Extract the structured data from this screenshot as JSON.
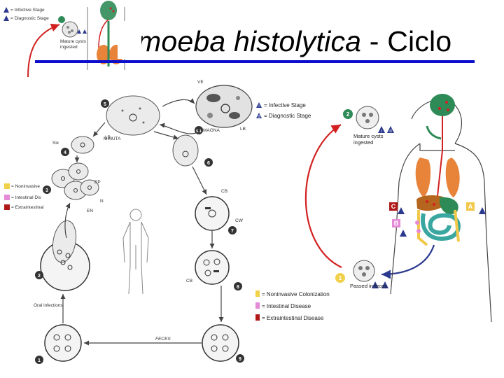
{
  "slide": {
    "title_italic": "Entamoeba histolytica",
    "title_visible_italic": "moeba histolytica",
    "title_sep": " - ",
    "title_plain": "Ciclo"
  },
  "thumb_top_left": {
    "legend": [
      "= Infective Stage",
      "= Diagnostic Stage"
    ],
    "caption": "Mature cysts ingested"
  },
  "left_cycle": {
    "labels": {
      "minuta": "MINUTA",
      "magna": "MAGNA",
      "ve": "VE",
      "lb": "LB",
      "lb_left": "LB",
      "six": "Six",
      "ep": "EP",
      "n": "N",
      "en": "EN",
      "cb": "CB",
      "cw": "CW",
      "cb2": "CB",
      "oral": "Oral infections",
      "feces": "FECES"
    },
    "stages": [
      "1",
      "2",
      "3",
      "4",
      "5",
      "5.1",
      "6",
      "7",
      "8",
      "9"
    ],
    "mini_legend": [
      "= Noninvasive",
      "= Intestinal Dis",
      "= Extraintestinal"
    ]
  },
  "right_cycle": {
    "legend": [
      "= Infective Stage",
      "= Diagnostic Stage"
    ],
    "ingested": "Mature cysts ingested",
    "passed": "Passed in feces",
    "stage2": "2",
    "stage1": "1",
    "markers": {
      "a": "A",
      "b": "B",
      "c": "C",
      "d": "d",
      "i": "i"
    }
  },
  "bottom_legend": {
    "items": [
      {
        "text": "= Noninvasive Colonization",
        "color": "#f2d14a"
      },
      {
        "text": "= Intestinal Disease",
        "color": "#e58ad6"
      },
      {
        "text": "= Extraintestinal Disease",
        "color": "#b01818"
      }
    ]
  },
  "colors": {
    "rule": "#0d0dcc",
    "infective": "#2b3a8f",
    "arrow_red": "#d22020",
    "marker_red": "#b01818",
    "marker_yellow": "#f2c84a",
    "marker_pink": "#e58ad6",
    "lung": "#e8833a",
    "intestine": "#3aa6a0",
    "stomach": "#2e8b57",
    "liver": "#b5651d"
  }
}
